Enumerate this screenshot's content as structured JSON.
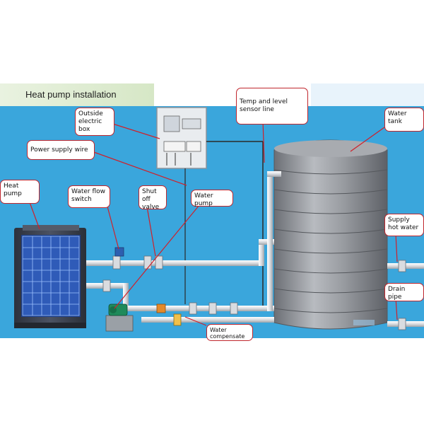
{
  "title": "Heat pump installation",
  "labels": {
    "outside_electric_box": "Outside electric box",
    "power_supply_wire": "Power supply wire",
    "heat_pump": "Heat pump",
    "water_flow_switch": "Water flow switch",
    "shut_off_valve": "Shut off valve",
    "water_pump": "Water pump",
    "temp_level_sensor_line": "Temp and level sensor line",
    "water_tank": "Water tank",
    "supply_hot_water": "Supply hot water",
    "drain_pipe": "Drain pipe",
    "water_compensate": "Water compensate"
  },
  "colors": {
    "background_blue": "#3aa6dc",
    "callout_border": "#c0262d",
    "leader_line": "#d0202a",
    "tank_body": "#8a8d92",
    "pipe": "#e4e6ea",
    "heat_pump_body": "#3e4452",
    "solar_cell": "#2f5bb8"
  }
}
